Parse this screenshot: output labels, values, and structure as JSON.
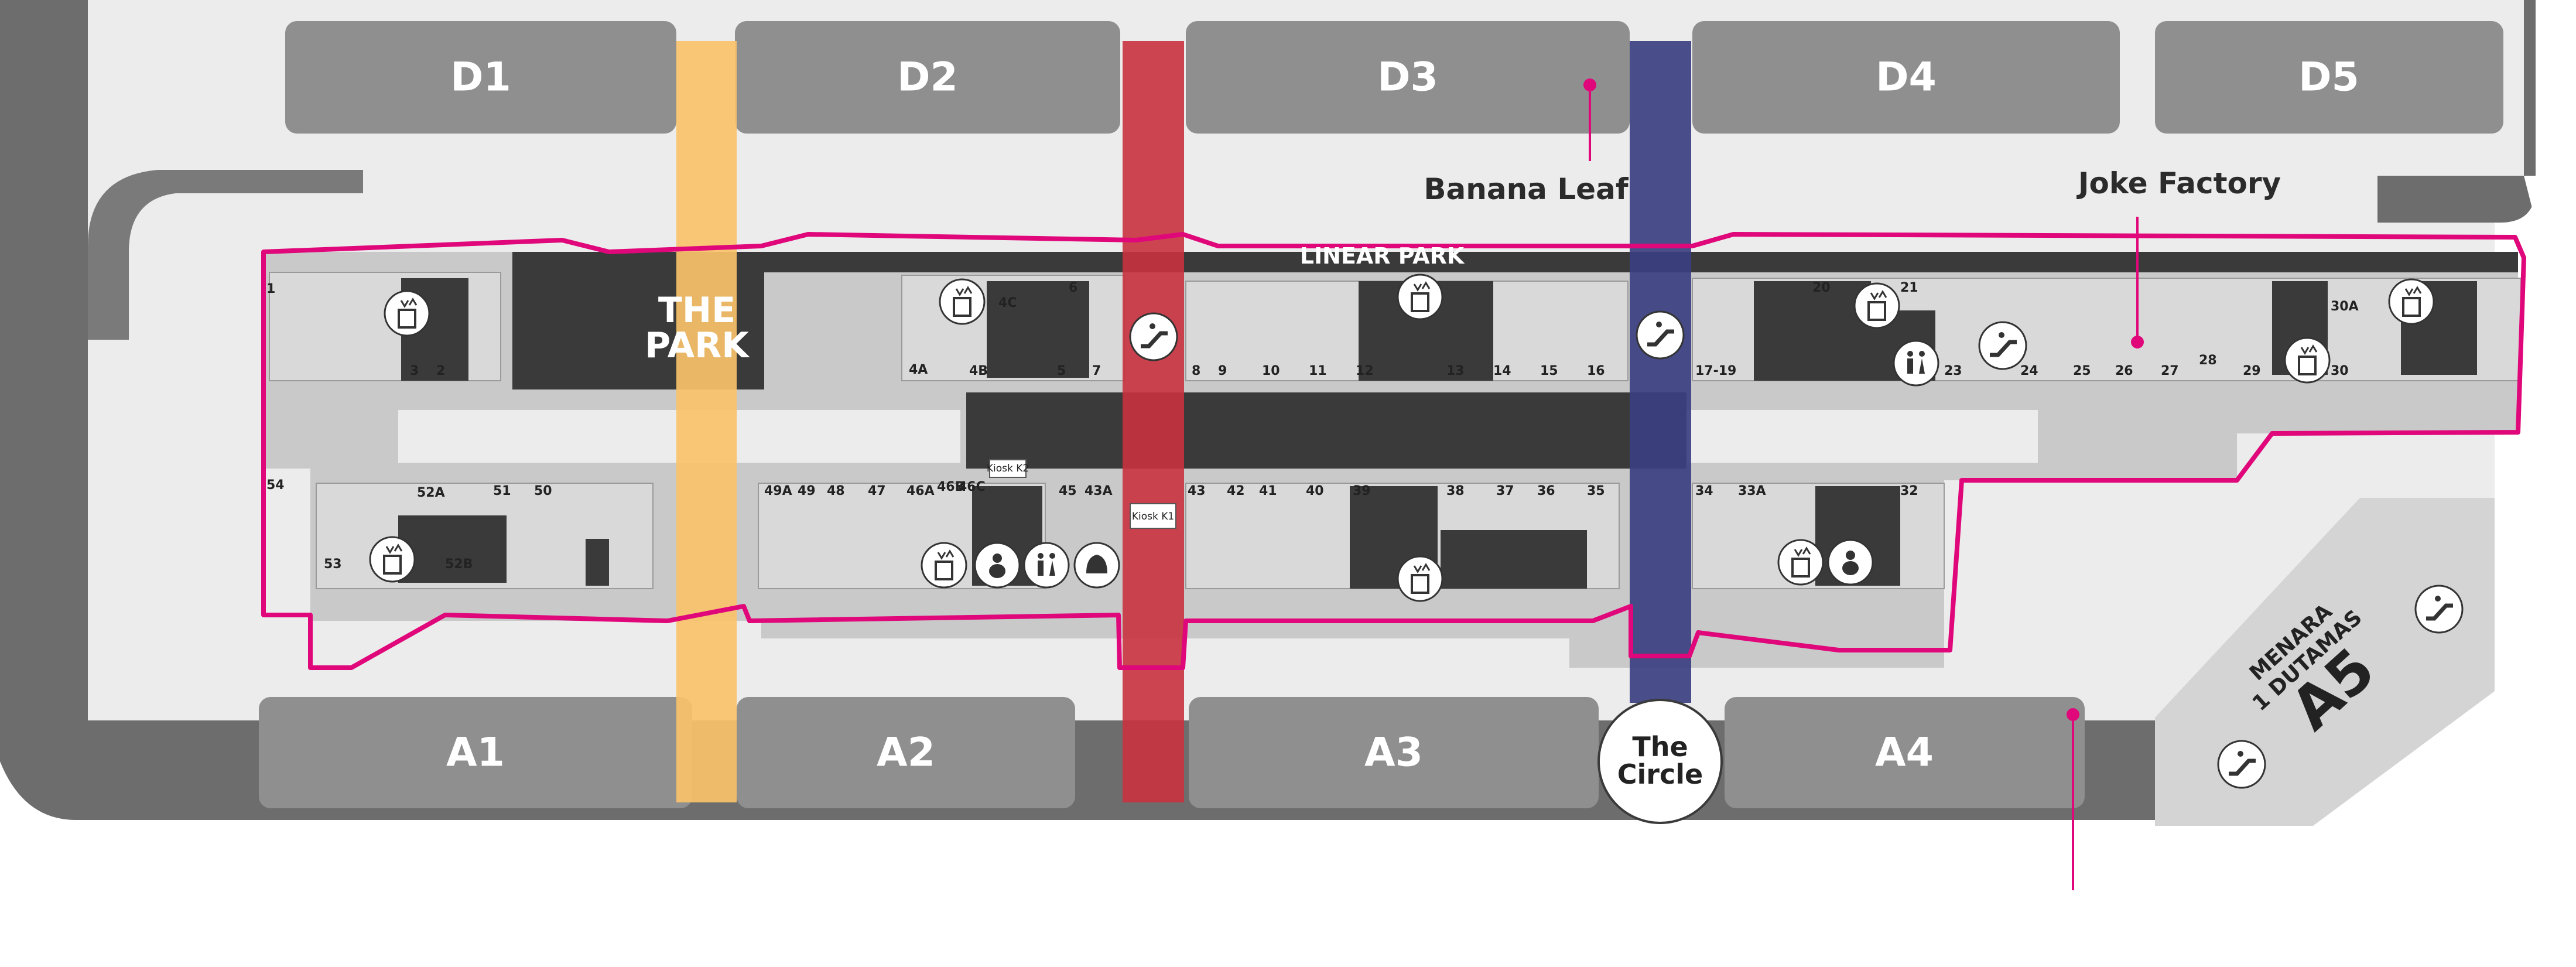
{
  "colors": {
    "accent": "#e0077a",
    "road": "#6d6d6d",
    "block": "#8f8f8f",
    "mall": "#c9c9c9",
    "tenant": "#3a3a3a",
    "corridor": "#efefef",
    "yellow": "#f9c26a",
    "red": "#c8323f",
    "blue": "#3b3f80"
  },
  "blocks": {
    "d1": "D1",
    "d2": "D2",
    "d3": "D3",
    "d4": "D4",
    "d5": "D5",
    "a1": "A1",
    "a2": "A2",
    "a3": "A3",
    "a4": "A4",
    "a5": "A5"
  },
  "labels": {
    "the_park_1": "THE",
    "the_park_2": "PARK",
    "linear_park": "LINEAR PARK",
    "circle_1": "The",
    "circle_2": "Circle",
    "menara_1": "MENARA",
    "menara_2": "1 DUTAMAS"
  },
  "callouts": {
    "banana_leaf": "Banana Leaf",
    "joke_factory": "Joke Factory"
  },
  "kiosks": {
    "k1": "Kiosk K1",
    "k2": "Kiosk K2"
  },
  "units": {
    "u1": "1",
    "u2": "2",
    "u3": "3",
    "u4a": "4A",
    "u4b": "4B",
    "u4c": "4C",
    "u5": "5",
    "u6": "6",
    "u7": "7",
    "u8": "8",
    "u9": "9",
    "u10": "10",
    "u11": "11",
    "u12": "12",
    "u13": "13",
    "u14": "14",
    "u15": "15",
    "u16": "16",
    "u17": "17-19",
    "u20": "20",
    "u21": "21",
    "u23": "23",
    "u24": "24",
    "u25": "25",
    "u26": "26",
    "u27": "27",
    "u28": "28",
    "u29": "29",
    "u30": "30",
    "u30a": "30A",
    "u32": "32",
    "u33a": "33A",
    "u34": "34",
    "u35": "35",
    "u36": "36",
    "u37": "37",
    "u38": "38",
    "u39": "39",
    "u40": "40",
    "u41": "41",
    "u42": "42",
    "u43": "43",
    "u43a": "43A",
    "u45": "45",
    "u46a": "46A",
    "u46c": "46C",
    "u46b": "46B",
    "u47": "47",
    "u48": "48",
    "u49": "49",
    "u49a": "49A",
    "u50": "50",
    "u51": "51",
    "u52a": "52A",
    "u52b": "52B",
    "u53": "53",
    "u54": "54"
  },
  "icons": [
    "elevator-icon",
    "escalator-icon",
    "toilet-icon",
    "baby-room-icon",
    "prayer-room-icon"
  ]
}
